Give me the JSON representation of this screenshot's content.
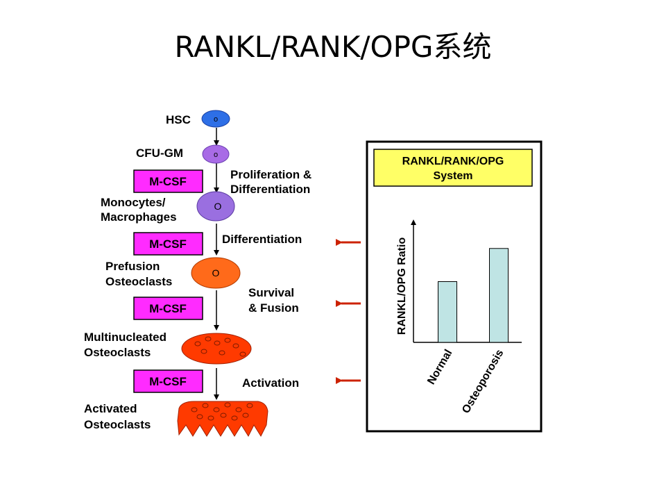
{
  "title": "RANKL/RANK/OPG系统",
  "pathway": {
    "stages": [
      {
        "label_lines": [
          "HSC"
        ],
        "nucleus": "o"
      },
      {
        "label_lines": [
          "CFU-GM"
        ],
        "nucleus": "o"
      },
      {
        "label_lines": [
          "Monocytes/",
          "Macrophages"
        ],
        "nucleus": "O"
      },
      {
        "label_lines": [
          "Prefusion",
          "Osteoclasts"
        ],
        "nucleus": "O"
      },
      {
        "label_lines": [
          "Multinucleated",
          "Osteoclasts"
        ]
      },
      {
        "label_lines": [
          "Activated",
          "Osteoclasts"
        ]
      }
    ],
    "factor_label": "M-CSF",
    "processes": [
      {
        "lines": [
          "Proliferation &",
          "Differentiation"
        ]
      },
      {
        "lines": [
          "Differentiation"
        ]
      },
      {
        "lines": [
          "Survival",
          "& Fusion"
        ]
      },
      {
        "lines": [
          "Activation"
        ]
      }
    ]
  },
  "panel": {
    "title_lines": [
      "RANKL/RANK/OPG",
      "System"
    ]
  },
  "colors": {
    "hsc": "#2e6fe6",
    "cfu": "#a86be6",
    "monocyte": "#9a6fe0",
    "prefusion": "#ff6a1a",
    "osteoclast": "#ff3a00",
    "factor_box": "#ff2bff",
    "panel_title_bg": "#ffff66",
    "bar_fill": "#bfe4e4",
    "red_arrow": "#cc2200"
  },
  "chart_data": {
    "type": "bar",
    "categories": [
      "Normal",
      "Osteoporosis"
    ],
    "values": [
      0.55,
      0.85
    ],
    "ylabel": "RANKL/OPG Ratio",
    "xlabel": "",
    "title": "",
    "ylim": [
      0,
      1.1
    ],
    "grid": false
  }
}
